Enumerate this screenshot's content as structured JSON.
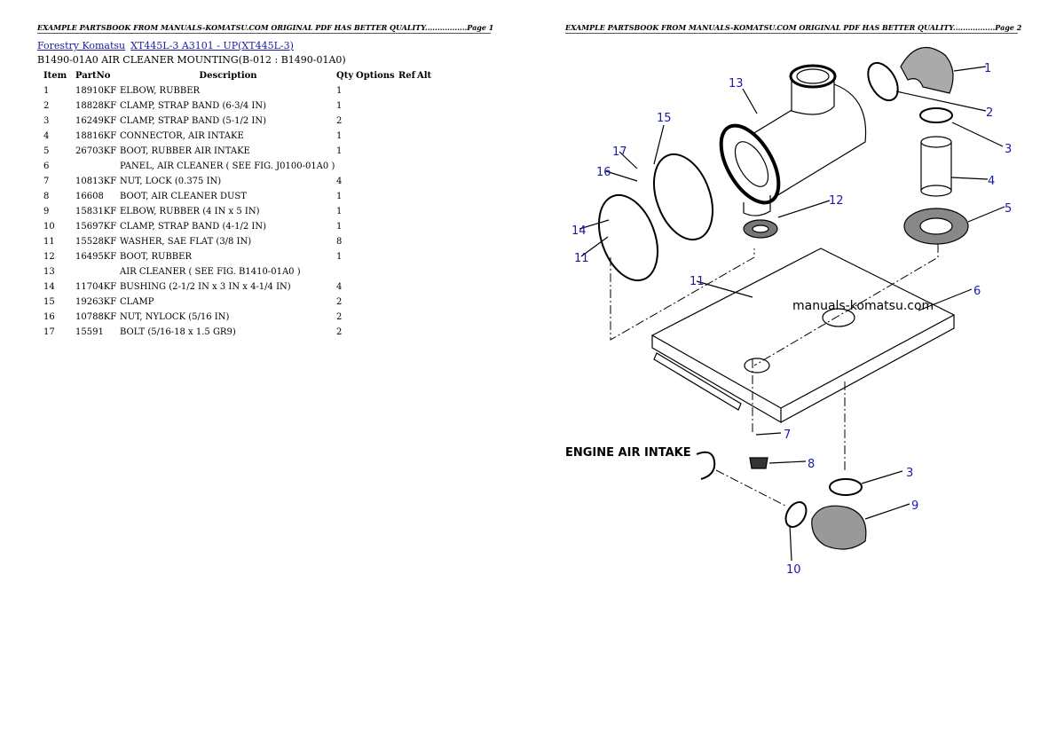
{
  "page1": {
    "header": "EXAMPLE PARTSBOOK FROM MANUALS-KOMATSU.COM ORIGINAL PDF HAS BETTER QUALITY.................Page 1",
    "breadcrumb": {
      "link1": "Forestry Komatsu",
      "link2": "XT445L-3 A3101 - UP(XT445L-3)"
    },
    "subtitle": "B1490-01A0 AIR CLEANER MOUNTING(B-012 : B1490-01A0)",
    "columns": {
      "item": "Item",
      "partno": "PartNo",
      "description": "Description",
      "qty": "Qty",
      "options": "Options",
      "ref": "Ref",
      "alt": "Alt"
    },
    "rows": [
      {
        "item": "1",
        "partno": "18910KF",
        "description": "ELBOW, RUBBER",
        "qty": "1"
      },
      {
        "item": "2",
        "partno": "18828KF",
        "description": "CLAMP, STRAP BAND (6-3/4 IN)",
        "qty": "1"
      },
      {
        "item": "3",
        "partno": "16249KF",
        "description": "CLAMP, STRAP BAND (5-1/2 IN)",
        "qty": "2"
      },
      {
        "item": "4",
        "partno": "18816KF",
        "description": "CONNECTOR, AIR INTAKE",
        "qty": "1"
      },
      {
        "item": "5",
        "partno": "26703KF",
        "description": "BOOT, RUBBER AIR INTAKE",
        "qty": "1"
      },
      {
        "item": "6",
        "partno": "",
        "description": "PANEL, AIR CLEANER ( SEE FIG. J0100-01A0 )",
        "qty": ""
      },
      {
        "item": "7",
        "partno": "10813KF",
        "description": "NUT, LOCK (0.375 IN)",
        "qty": "4"
      },
      {
        "item": "8",
        "partno": "16608",
        "description": "BOOT, AIR CLEANER DUST",
        "qty": "1"
      },
      {
        "item": "9",
        "partno": "15831KF",
        "description": "ELBOW, RUBBER (4 IN x 5 IN)",
        "qty": "1"
      },
      {
        "item": "10",
        "partno": "15697KF",
        "description": "CLAMP, STRAP BAND (4-1/2 IN)",
        "qty": "1"
      },
      {
        "item": "11",
        "partno": "15528KF",
        "description": "WASHER, SAE FLAT (3/8 IN)",
        "qty": "8"
      },
      {
        "item": "12",
        "partno": "16495KF",
        "description": "BOOT, RUBBER",
        "qty": "1"
      },
      {
        "item": "13",
        "partno": "",
        "description": "AIR CLEANER ( SEE FIG. B1410-01A0 )",
        "qty": ""
      },
      {
        "item": "14",
        "partno": "11704KF",
        "description": "BUSHING (2-1/2 IN x 3 IN x 4-1/4 IN)",
        "qty": "4"
      },
      {
        "item": "15",
        "partno": "19263KF",
        "description": "CLAMP",
        "qty": "2"
      },
      {
        "item": "16",
        "partno": "10788KF",
        "description": "NUT, NYLOCK (5/16 IN)",
        "qty": "2"
      },
      {
        "item": "17",
        "partno": "15591",
        "description": "BOLT (5/16-18 x 1.5 GR9)",
        "qty": "2"
      }
    ]
  },
  "page2": {
    "header": "EXAMPLE PARTSBOOK FROM MANUALS-KOMATSU.COM ORIGINAL PDF HAS BETTER QUALITY.................Page 2",
    "diagram": {
      "title": "ENGINE AIR INTAKE",
      "watermark": "manuals-komatsu.com",
      "callouts": [
        "1",
        "2",
        "3",
        "4",
        "5",
        "6",
        "7",
        "8",
        "3",
        "9",
        "10",
        "11",
        "12",
        "13",
        "14",
        "15",
        "16",
        "17",
        "11"
      ]
    }
  }
}
